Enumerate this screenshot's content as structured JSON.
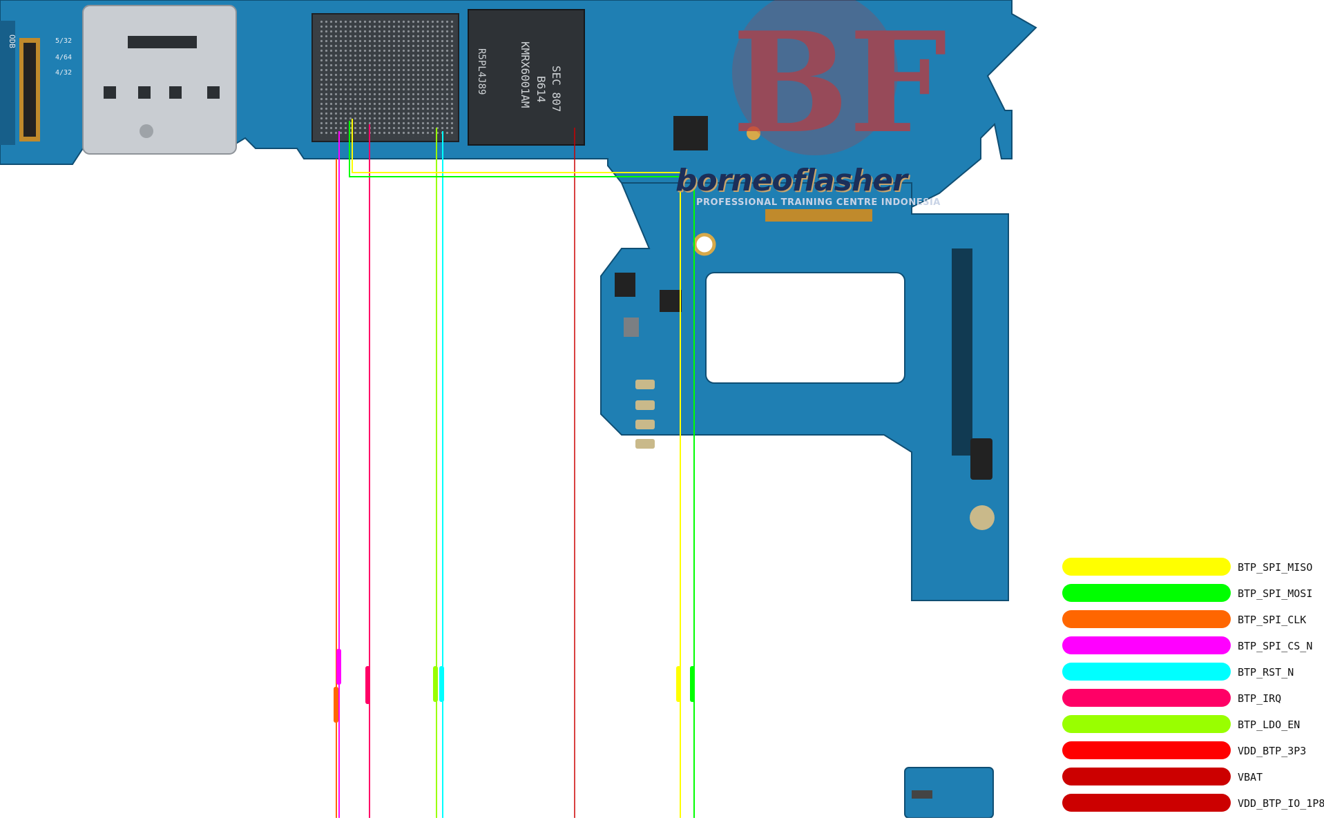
{
  "watermark": {
    "brand": "borneoflasher",
    "tagline": "PROFESSIONAL TRAINING CENTRE INDONESIA",
    "logo": "BF"
  },
  "chip_markings": {
    "line1": "SEC 807",
    "line2": "B614",
    "line3": "KMRX6001AM",
    "line4": "R5PL4J89",
    "side_labels": [
      "ODB",
      "5/32",
      "4/64",
      "4/32"
    ]
  },
  "colors": {
    "board": "#1f7fb3",
    "board_dark": "#175f8a",
    "shield": "#c9cdd2"
  },
  "legend": [
    {
      "label": "BTP_SPI_MISO",
      "color": "#ffff00"
    },
    {
      "label": "BTP_SPI_MOSI",
      "color": "#00ff00"
    },
    {
      "label": "BTP_SPI_CLK",
      "color": "#ff6600"
    },
    {
      "label": "BTP_SPI_CS_N",
      "color": "#ff00ff"
    },
    {
      "label": "BTP_RST_N",
      "color": "#00ffff"
    },
    {
      "label": "BTP_IRQ",
      "color": "#ff0066"
    },
    {
      "label": "BTP_LDO_EN",
      "color": "#99ff00"
    },
    {
      "label": "VDD_BTP_3P3",
      "color": "#ff0000"
    },
    {
      "label": "VBAT",
      "color": "#cc0000"
    },
    {
      "label": "VDD_BTP_IO_1P8",
      "color": "#cc0000"
    }
  ]
}
